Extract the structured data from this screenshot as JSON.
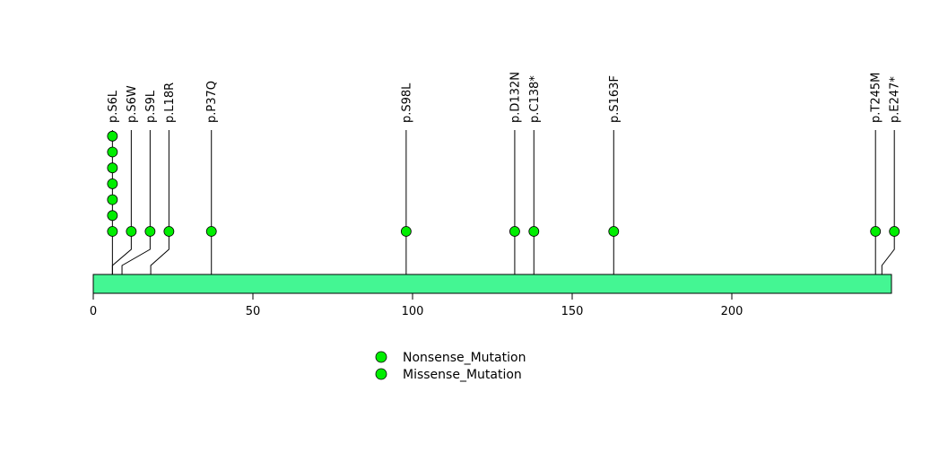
{
  "chart_data": {
    "type": "lollipop",
    "title": "",
    "xlabel": "",
    "ylabel": "",
    "xlim": [
      0,
      250
    ],
    "x_ticks": [
      0,
      50,
      100,
      150,
      200
    ],
    "protein_color": "#44F693",
    "dot_color": "#00EE00",
    "mutations": [
      {
        "label": "p.S6L",
        "position": 6,
        "count": 7
      },
      {
        "label": "p.S6W",
        "position": 6,
        "count": 1
      },
      {
        "label": "p.S9L",
        "position": 9,
        "count": 1
      },
      {
        "label": "p.L18R",
        "position": 18,
        "count": 1
      },
      {
        "label": "p.P37Q",
        "position": 37,
        "count": 1
      },
      {
        "label": "p.S98L",
        "position": 98,
        "count": 1
      },
      {
        "label": "p.D132N",
        "position": 132,
        "count": 1
      },
      {
        "label": "p.C138*",
        "position": 138,
        "count": 1
      },
      {
        "label": "p.S163F",
        "position": 163,
        "count": 1
      },
      {
        "label": "p.T245M",
        "position": 245,
        "count": 1
      },
      {
        "label": "p.E247*",
        "position": 247,
        "count": 1
      }
    ],
    "legend": [
      {
        "name": "Nonsense_Mutation",
        "color": "#00EE00"
      },
      {
        "name": "Missense_Mutation",
        "color": "#00EE00"
      }
    ],
    "legend_position": "bottom-center"
  }
}
